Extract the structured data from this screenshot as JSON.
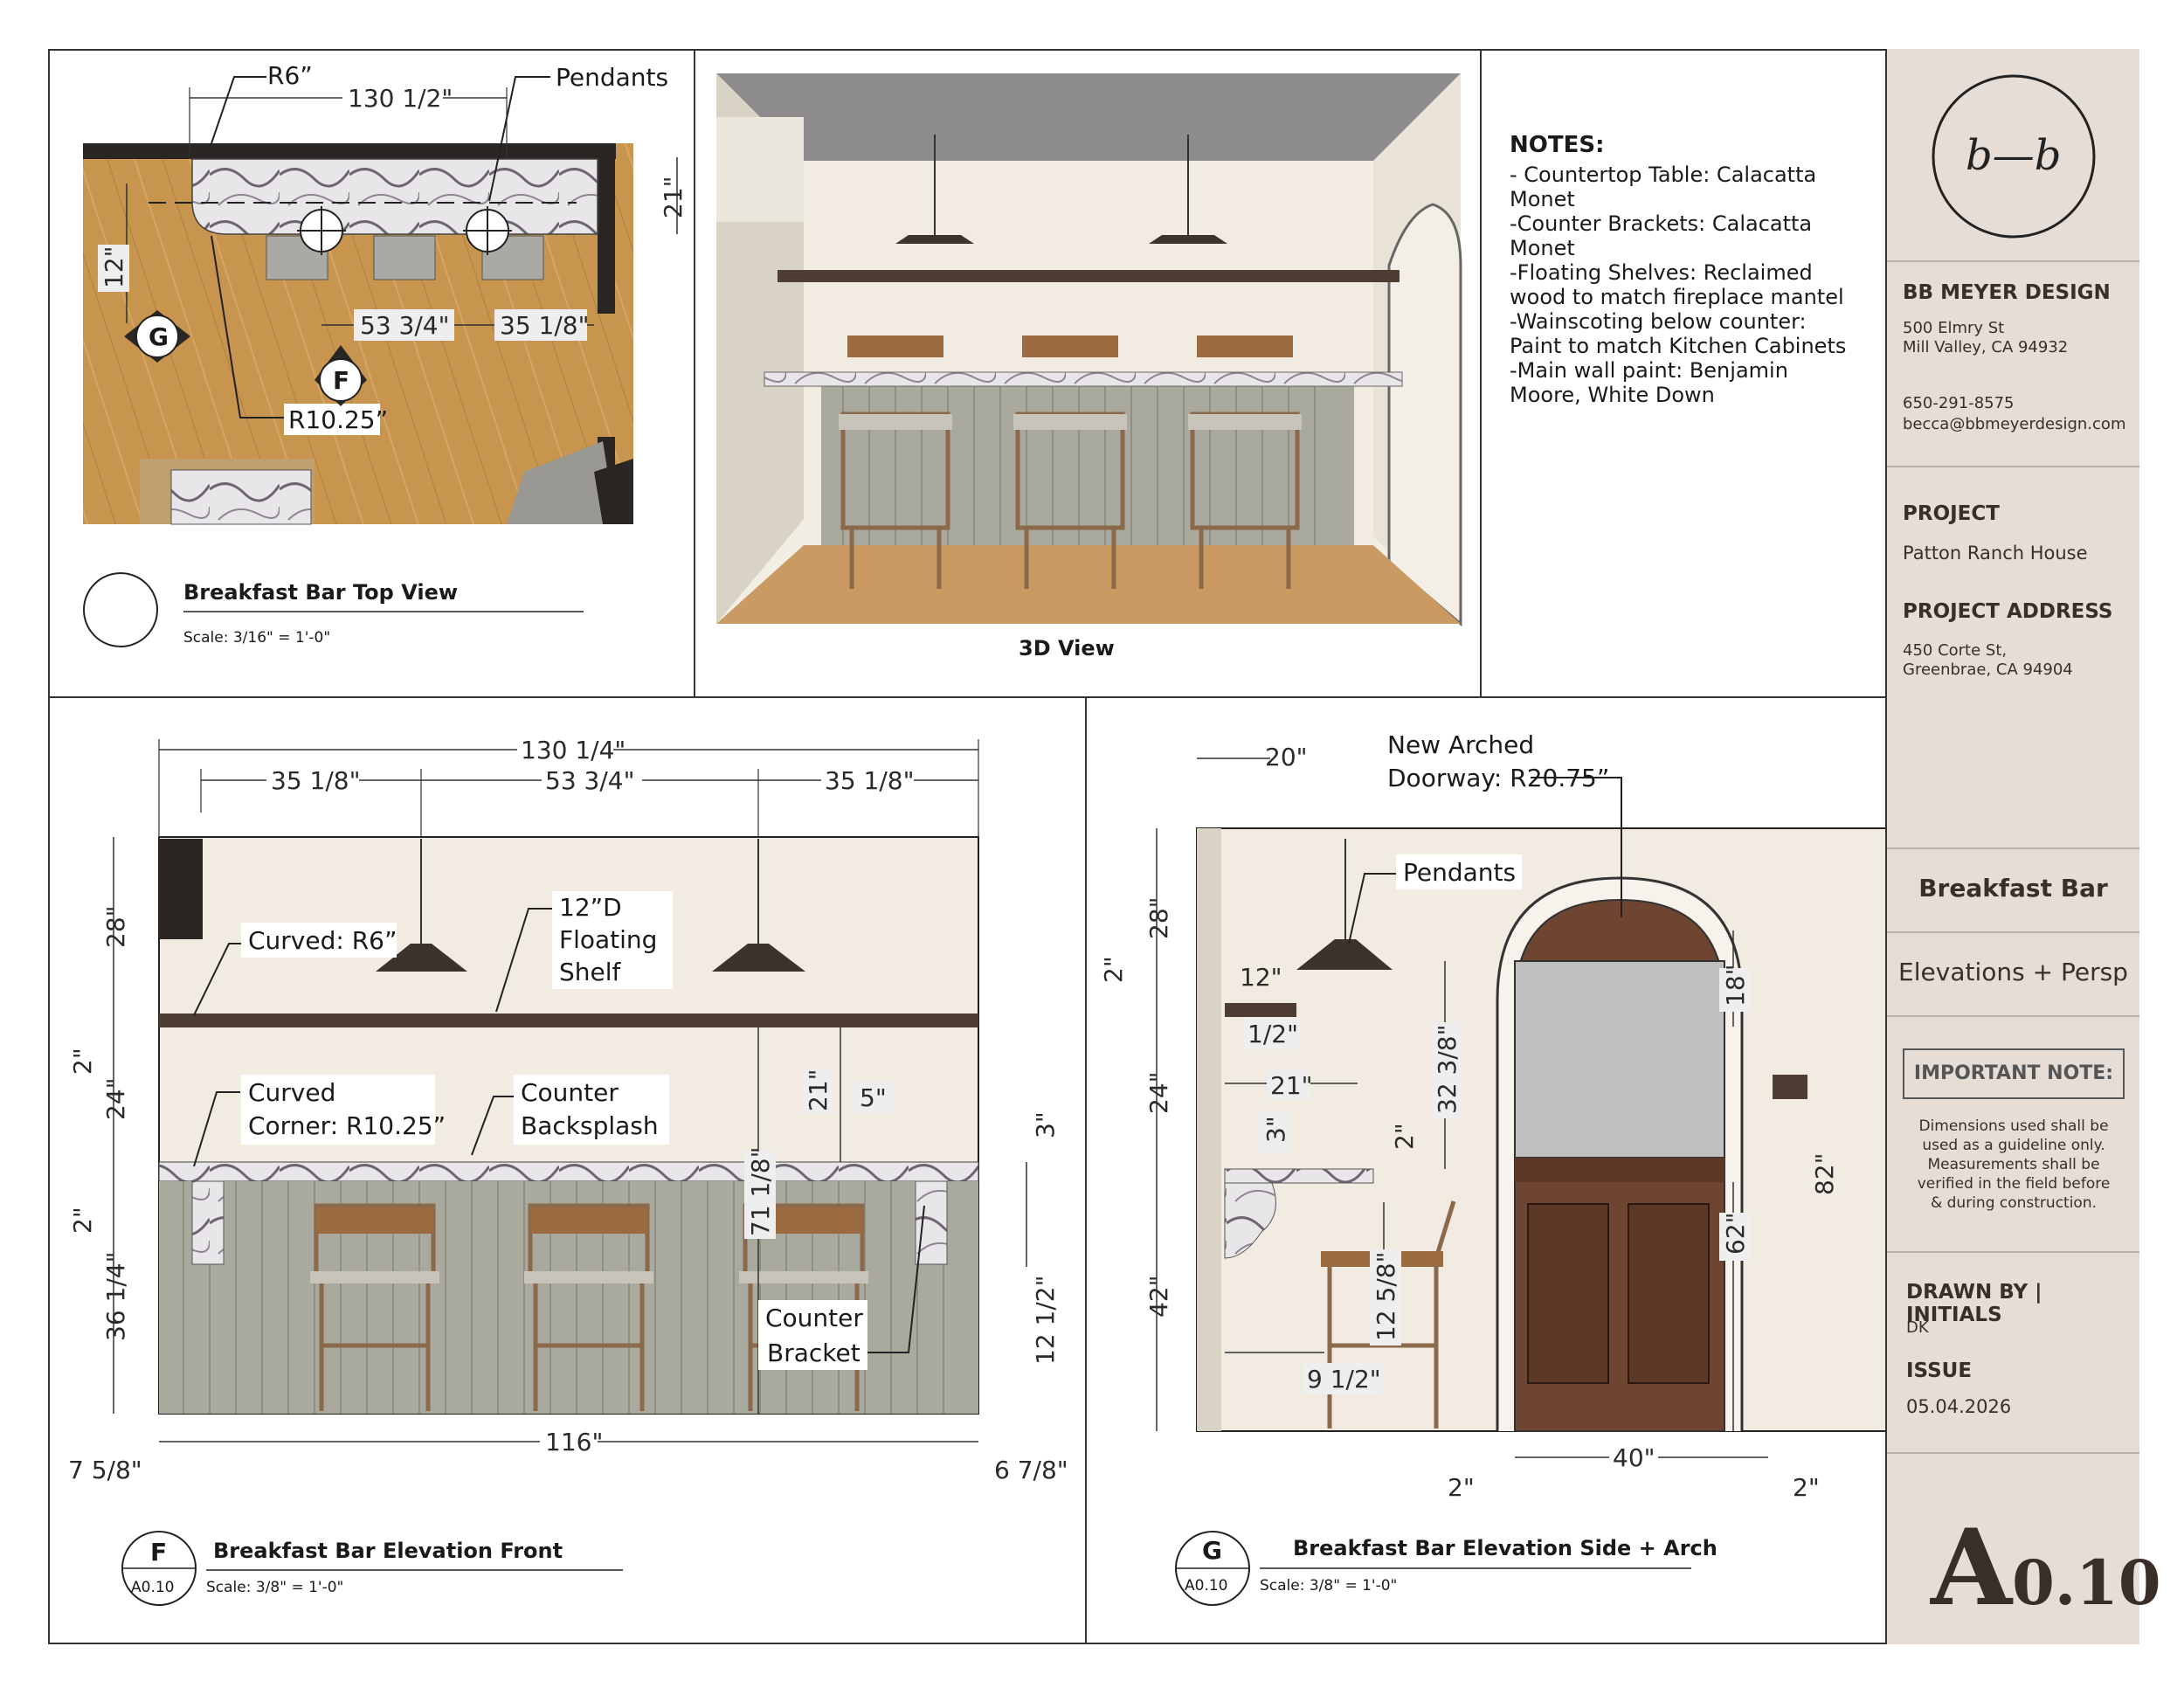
{
  "top_view": {
    "title": "Breakfast Bar  Top View",
    "scale": "Scale: 3/16\" = 1'-0\"",
    "labels": {
      "r6": "R6”",
      "pendants": "Pendants",
      "r1025": "R10.25”",
      "marker_g": "G",
      "marker_f": "F"
    },
    "dims": {
      "d130_5": "130 1/2\"",
      "d21": "21\"",
      "d12": "12\"",
      "d53_75": "53 3/4\"",
      "d35_125": "35 1/8\""
    }
  },
  "view_3d": {
    "title": "3D View"
  },
  "notes": {
    "heading": "NOTES:",
    "items": [
      "- Countertop Table: Calacatta Monet",
      "-Counter Brackets: Calacatta Monet",
      "-Floating Shelves: Reclaimed wood to match fireplace mantel",
      "-Wainscoting below counter: Paint to match Kitchen Cabinets",
      "-Main wall paint: Benjamin Moore, White Down"
    ]
  },
  "front_elevation": {
    "title": "Breakfast Bar Elevation Front",
    "scale": "Scale: 3/8\" = 1'-0\"",
    "marker_letter": "F",
    "marker_sheet": "A0.10",
    "labels": {
      "curved_r6": "Curved:  R6”",
      "shelf_1": "12”D",
      "shelf_2": "Floating",
      "shelf_3": "Shelf",
      "corner_1": "Curved",
      "corner_2": "Corner:  R10.25”",
      "backsplash_1": "Counter",
      "backsplash_2": "Backsplash",
      "bracket_1": "Counter",
      "bracket_2": "Bracket"
    },
    "dims": {
      "d130_25": "130 1/4\"",
      "d35_125_a": "35 1/8\"",
      "d53_75": "53 3/4\"",
      "d35_125_b": "35 1/8\"",
      "d28": "28\"",
      "d2_a": "2\"",
      "d24": "24\"",
      "d2_b": "2\"",
      "d36_25": "36 1/4\"",
      "d21": "21\"",
      "d5": "5\"",
      "d3": "3\"",
      "d71_125": "71 1/8\"",
      "d12_5": "12 1/2\"",
      "d116": "116\"",
      "d7_625": "7 5/8\"",
      "d6_875": "6 7/8\""
    }
  },
  "side_elevation": {
    "title": "Breakfast Bar Elevation Side + Arch",
    "scale": "Scale: 3/8\" = 1'-0\"",
    "marker_letter": "G",
    "marker_sheet": "A0.10",
    "labels": {
      "arch_1": "New Arched",
      "arch_2": "Doorway:  R20.75”",
      "pendants": "Pendants"
    },
    "dims": {
      "d20": "20\"",
      "d28": "28\"",
      "d2_a": "2\"",
      "d12": "12\"",
      "d0_5": "1/2\"",
      "d24": "24\"",
      "d21": "21\"",
      "d3": "3\"",
      "d2_b": "2\"",
      "d32_375": "32 3/8\"",
      "d18": "18\"",
      "d82": "82\"",
      "d62": "62\"",
      "d12_625": "12 5/8\"",
      "d42": "42\"",
      "d9_5": "9 1/2\"",
      "d40": "40\"",
      "d2_c": "2\"",
      "d2_d": "2\""
    }
  },
  "title_block": {
    "logo_text": "b—b",
    "firm": "BB MEYER DESIGN",
    "address_1": "500 Elmry St",
    "address_2": "Mill Valley, CA 94932",
    "phone": "650-291-8575",
    "email": "becca@bbmeyerdesign.com",
    "project_label": "PROJECT",
    "project": "Patton Ranch House",
    "project_address_label": "PROJECT ADDRESS",
    "project_address_1": "450 Corte St,",
    "project_address_2": "Greenbrae, CA 94904",
    "sheet_name": "Breakfast Bar",
    "sheet_sub": "Elevations + Persp",
    "important_label": "IMPORTANT NOTE:",
    "important_1": "Dimensions used shall be",
    "important_2": "used as a guideline only.",
    "important_3": "Measurements shall be",
    "important_4": "verified in the field before",
    "important_5": "& during construction.",
    "drawn_by_label": "DRAWN BY | INITIALS",
    "drawn_by": "DK",
    "issue_label": "ISSUE",
    "issue_date": "05.04.2026",
    "sheet_number_a": "A",
    "sheet_number_b": "0.10"
  },
  "colors": {
    "wood_floor": "#c8954f",
    "wall_cream": "#f1ebe1",
    "wainscot": "#a9aa9d",
    "door_wood": "#6e4530",
    "shelf_wood": "#4e3d33",
    "title_block_bg": "#e6ded6"
  }
}
